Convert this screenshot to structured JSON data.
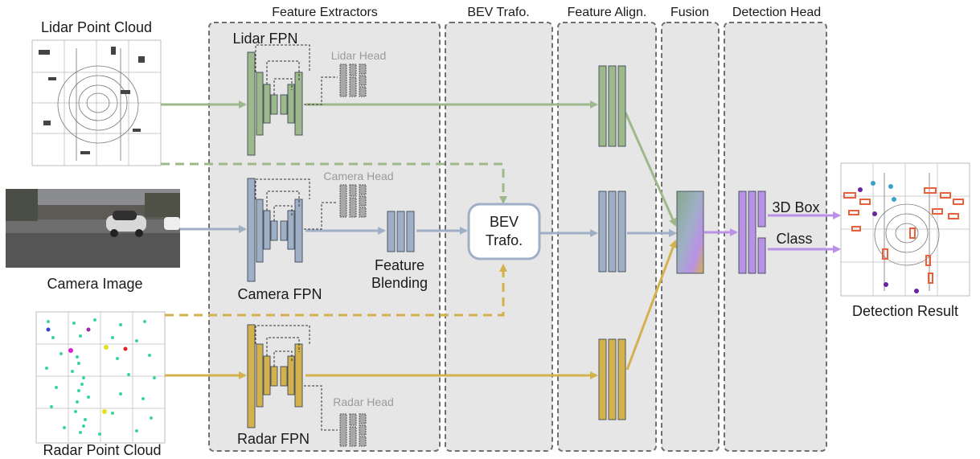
{
  "stages": {
    "feature_extractors": "Feature Extractors",
    "bev_trafo": "BEV Trafo.",
    "feature_align": "Feature Align.",
    "fusion": "Fusion",
    "detection_head": "Detection Head"
  },
  "inputs": {
    "lidar": "Lidar Point Cloud",
    "camera": "Camera Image",
    "radar": "Radar Point Cloud"
  },
  "networks": {
    "lidar_fpn": "Lidar FPN",
    "camera_fpn": "Camera FPN",
    "radar_fpn": "Radar FPN",
    "lidar_head": "Lidar Head",
    "camera_head": "Camera Head",
    "radar_head": "Radar Head",
    "feature_blending_1": "Feature",
    "feature_blending_2": "Blending",
    "bev_box_1": "BEV",
    "bev_box_2": "Trafo."
  },
  "outputs": {
    "box_3d": "3D Box",
    "class": "Class",
    "detection_result": "Detection Result"
  },
  "colors": {
    "lidar": "#9db98c",
    "camera": "#9fb0c6",
    "radar": "#d3b24d",
    "head": "#a8a8a8",
    "detection": "#b991e6",
    "stage_bg": "#e6e6e6",
    "stage_border": "#707070"
  }
}
